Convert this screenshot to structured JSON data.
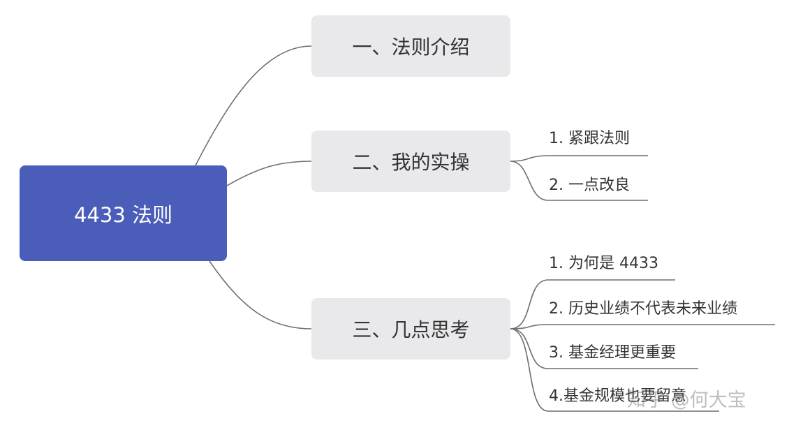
{
  "root": {
    "label": "4433 法则",
    "color": "#4a5db9"
  },
  "branches": [
    {
      "label": "一、法则介绍",
      "children": []
    },
    {
      "label": "二、我的实操",
      "children": [
        "1. 紧跟法则",
        "2. 一点改良"
      ]
    },
    {
      "label": "三、几点思考",
      "children": [
        "1. 为何是 4433",
        "2. 历史业绩不代表未来业绩",
        "3. 基金经理更重要",
        "4.基金规模也要留意"
      ]
    }
  ],
  "watermark": "知乎 @何大宝",
  "colors": {
    "line": "#6e6e6e",
    "branch_bg": "#e9e9ec",
    "text": "#333333"
  }
}
